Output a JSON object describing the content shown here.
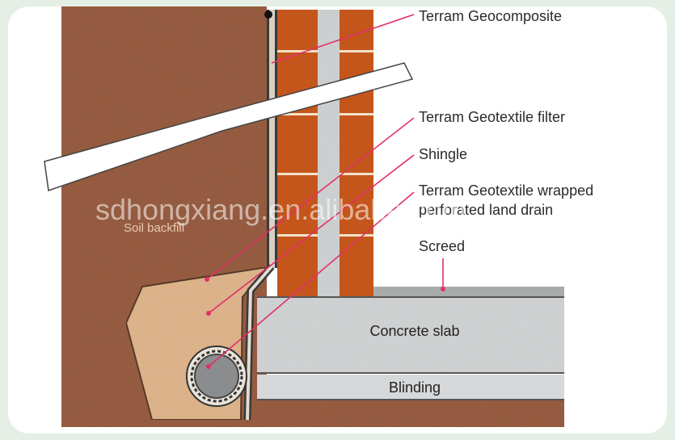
{
  "labels": {
    "geocomposite": "Terram Geocomposite",
    "geotextile_filter": "Terram Geotextile filter",
    "shingle": "Shingle",
    "wrapped_line1": "Terram Geotextile wrapped",
    "wrapped_line2": "perforated land drain",
    "screed": "Screed",
    "concrete_slab": "Concrete slab",
    "blinding": "Blinding",
    "soil_backfill": "Soil backfill"
  },
  "watermark": "sdhongxiang.en.alibaba.com",
  "colors": {
    "frame": "#e6efe6",
    "soil": "#9b5f43",
    "brick": "#c4561c",
    "mortar": "#f2e2c8",
    "cavity": "#d4d7d8",
    "concrete": "#d6d8d9",
    "screed": "#a9abab",
    "shingle": "#e4b98f",
    "pipe": "#8a8c8e",
    "leader": "#e0306a"
  }
}
